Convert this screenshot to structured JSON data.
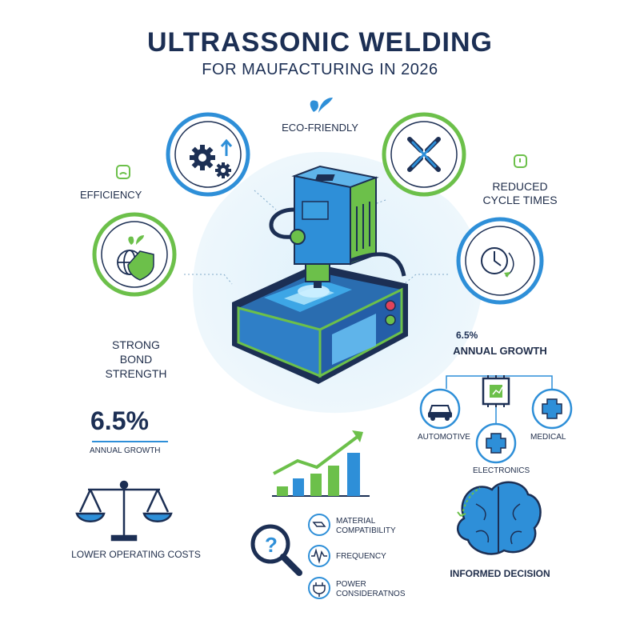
{
  "header": {
    "title": "ULTRASSONIC WELDING",
    "subtitle": "FOR MAUFACTURING IN 2026"
  },
  "features": {
    "eco": "ECO-FRIENDLY",
    "efficiency": "EFFICIENCY",
    "reduced": "REDUCED\nCYCLE TIMES",
    "strong": "STRONG\nBOND\nSTRENGTH"
  },
  "growth_right": {
    "value": "6.5%",
    "label": "ANNUAL GROWTH"
  },
  "growth_left": {
    "value": "6.5%",
    "label": "ANNUAL GROWTH"
  },
  "industries": {
    "automotive": "AUTOMOTIVE",
    "electronics": "ELECTRONICS",
    "medical": "MEDICAL"
  },
  "costs": "LOWER OPERATING COSTS",
  "factors": [
    {
      "label": "MATERIAL\nCOMPATIBILITY",
      "icon": "material-icon"
    },
    {
      "label": "FREQUENCY",
      "icon": "waveform-icon"
    },
    {
      "label": "POWER\nCONSIDERATNOS",
      "icon": "plug-icon"
    }
  ],
  "decision": "INFORMED DECISION",
  "colors": {
    "navy": "#1c2f54",
    "blue": "#2e8fd8",
    "green": "#6cc04a"
  }
}
